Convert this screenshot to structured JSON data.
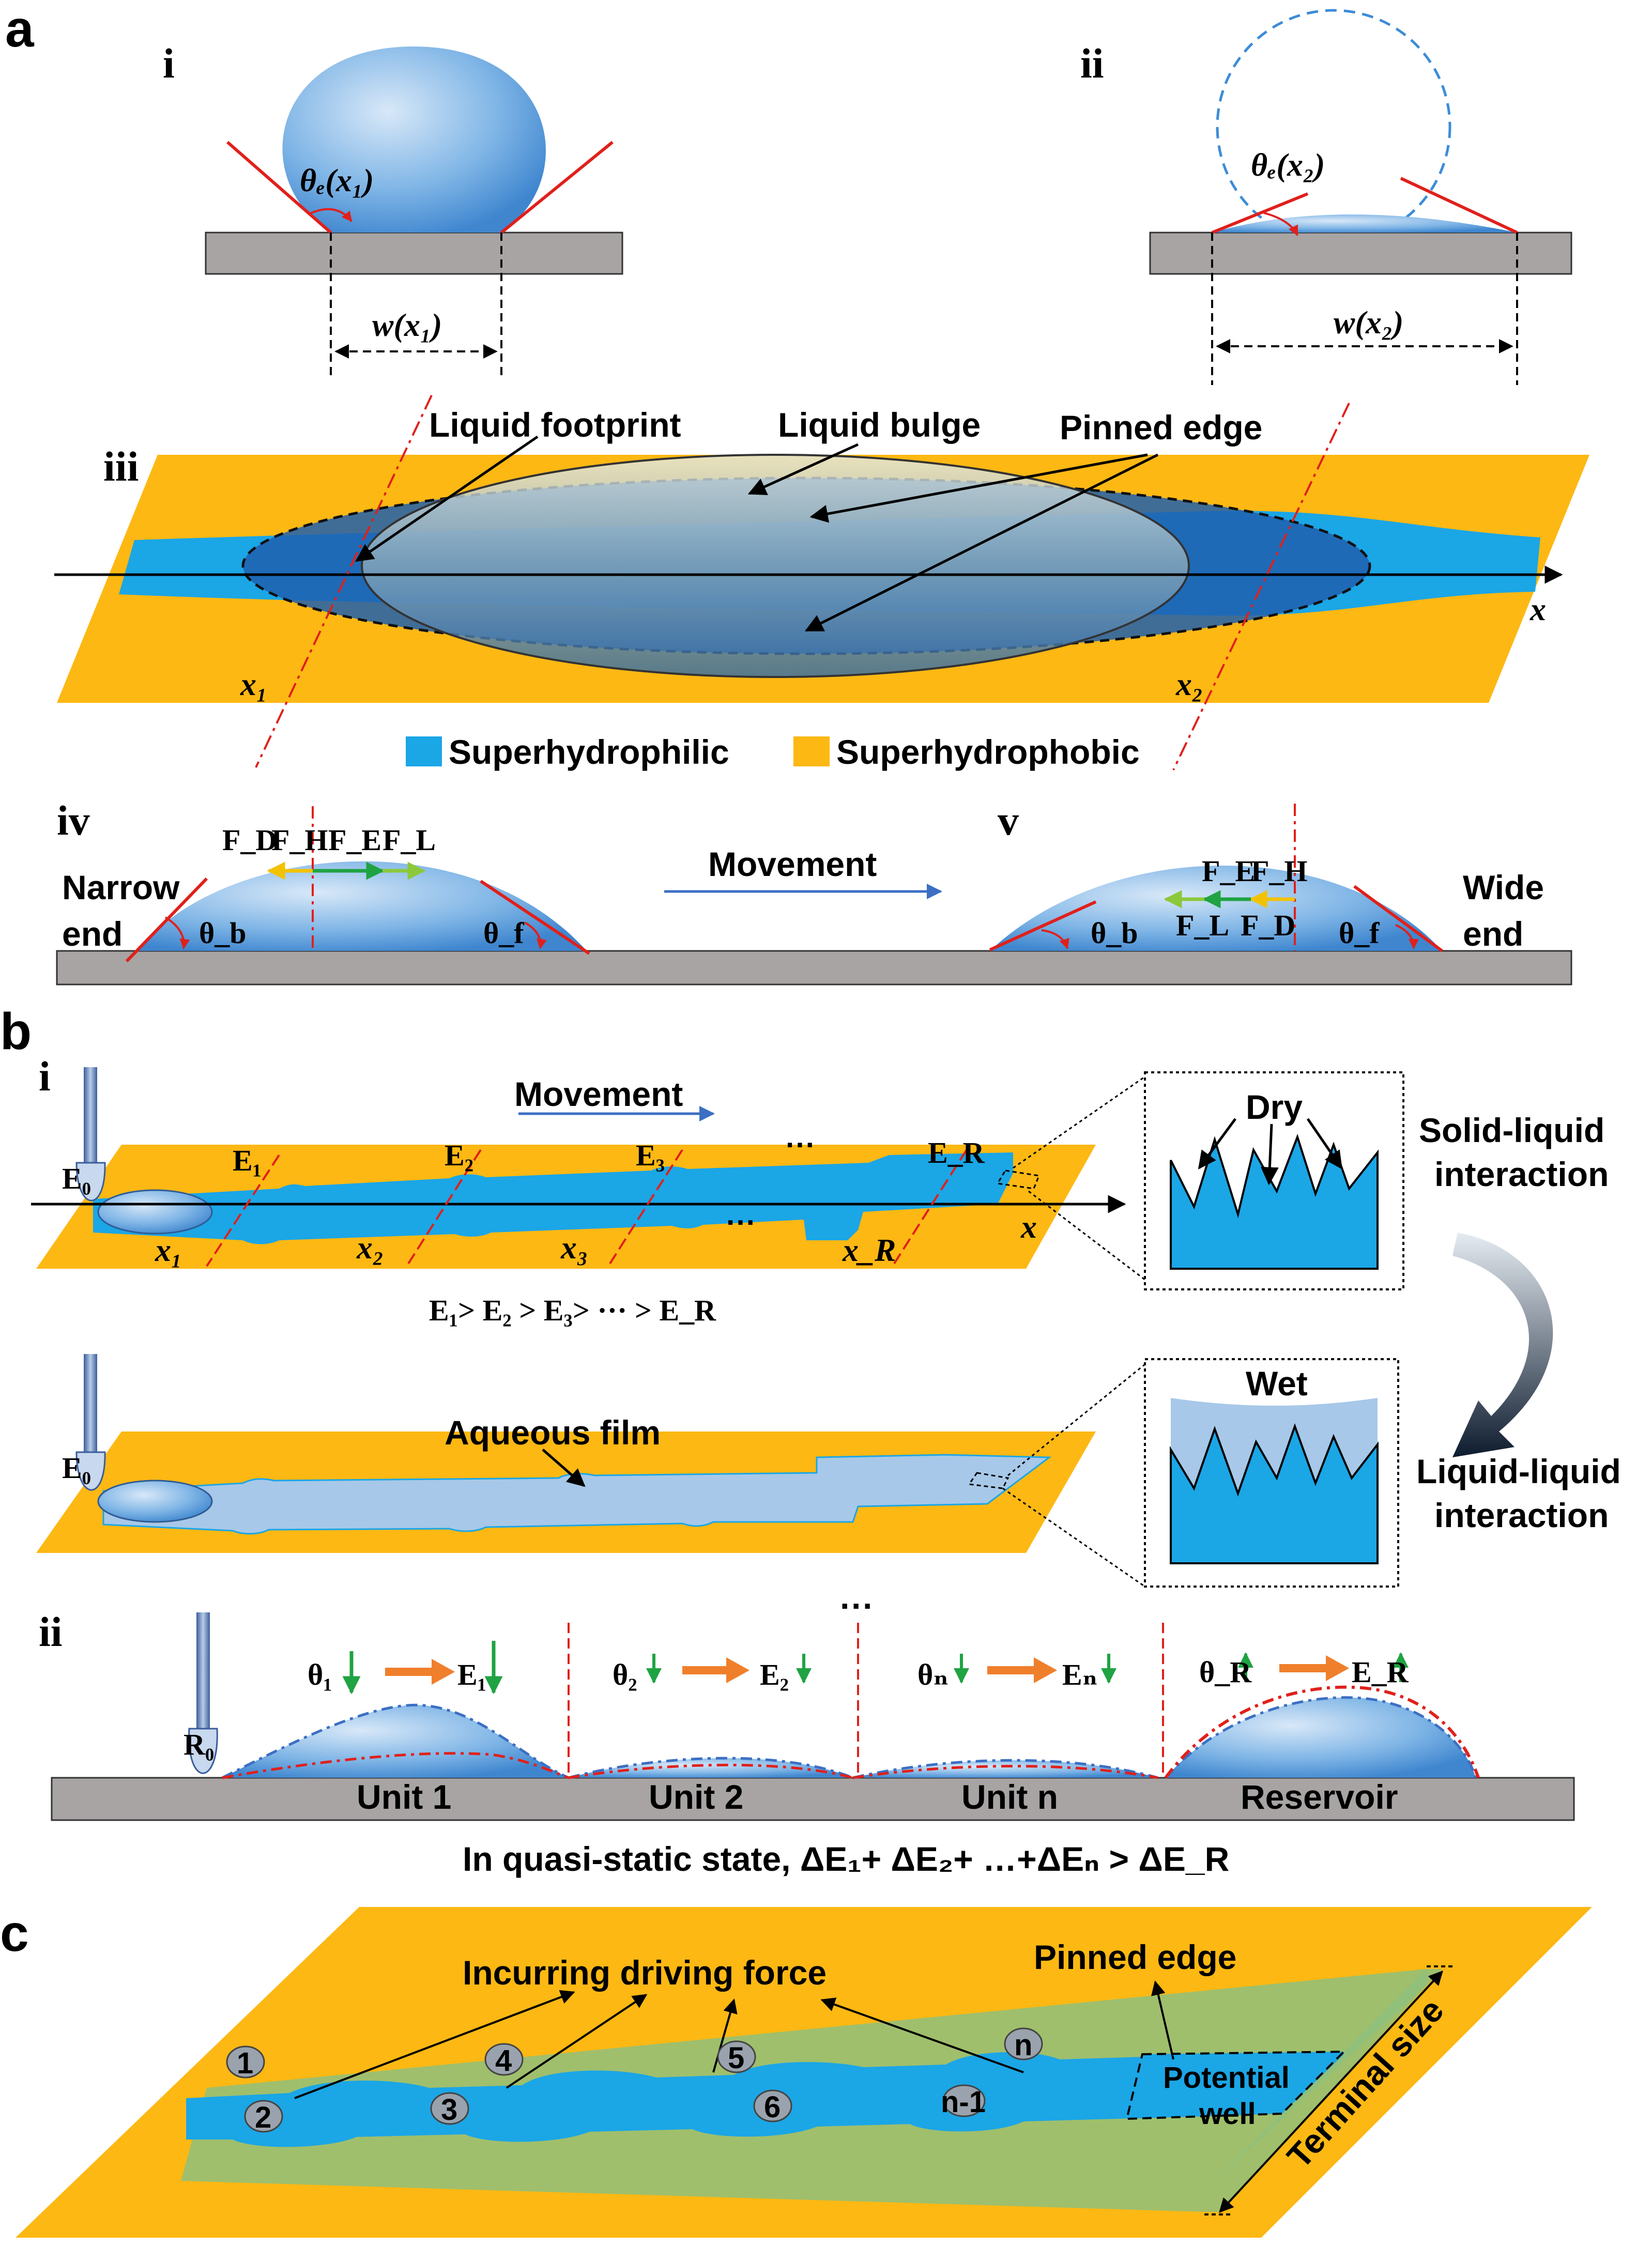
{
  "panels": {
    "a": "a",
    "b": "b",
    "c": "c",
    "a_i": "i",
    "a_ii": "ii",
    "a_iii": "iii",
    "a_iv": "iv",
    "a_v": "v",
    "b_i": "i",
    "b_ii": "ii"
  },
  "a": {
    "theta_x1": "θₑ(x₁)",
    "theta_x2": "θₑ(x₂)",
    "w_x1": "w(x₁)",
    "w_x2": "w(x₂)",
    "liquid_footprint": "Liquid footprint",
    "liquid_bulge": "Liquid bulge",
    "pinned_edge": "Pinned edge",
    "x_axis": "x",
    "x1": "x₁",
    "x2": "x₂",
    "legend": {
      "superhydrophilic": "Superhydrophilic",
      "superhydrophobic": "Superhydrophobic"
    },
    "iv": {
      "narrow": "Narrow",
      "end": "end",
      "fd": "F_D",
      "fh": "F_H",
      "fe": "F_E",
      "fl": "F_L",
      "theta_b": "θ_b",
      "theta_f": "θ_f"
    },
    "movement": "Movement",
    "v": {
      "wide": "Wide",
      "end": "end",
      "fe": "F_E",
      "fh": "F_H",
      "fl": "F_L",
      "fd": "F_D",
      "theta_b": "θ_b",
      "theta_f": "θ_f"
    }
  },
  "b": {
    "movement": "Movement",
    "e0": "E₀",
    "e_labels": [
      "E₁",
      "E₂",
      "E₃",
      "···",
      "E_R"
    ],
    "x_labels": [
      "x₁",
      "x₂",
      "x₃",
      "x_R"
    ],
    "x_axis": "x",
    "dots_mid": "···",
    "energy_order": "E₁> E₂ > E₃> ··· > E_R",
    "dry": "Dry",
    "solid_liquid_1": "Solid-liquid",
    "solid_liquid_2": "interaction",
    "wet": "Wet",
    "liquid_liquid_1": "Liquid-liquid",
    "liquid_liquid_2": "interaction",
    "e0_second": "E₀",
    "aqueous_film": "Aqueous film",
    "ii": {
      "dots_top": "···",
      "r0": "R₀",
      "units": [
        "Unit 1",
        "Unit 2",
        "Unit n",
        "Reservoir"
      ],
      "theta_e": [
        {
          "theta": "θ₁",
          "e": "E₁"
        },
        {
          "theta": "θ₂",
          "e": "E₂"
        },
        {
          "theta": "θₙ",
          "e": "Eₙ"
        },
        {
          "theta": "θ_R",
          "e": "E_R"
        }
      ],
      "quasi_static": "In quasi-static state, ΔE₁+ ΔE₂+ …+ΔEₙ > ΔE_R"
    }
  },
  "c": {
    "incurring": "Incurring driving force",
    "pinned_edge": "Pinned edge",
    "potential": "Potential",
    "well": "well",
    "terminal_size": "Terminal size",
    "droplets": [
      "1",
      "2",
      "3",
      "4",
      "5",
      "6",
      "n-1",
      "n"
    ]
  },
  "colors": {
    "superhydrophobic": "#FDB813",
    "superhydrophilic": "#1BA6E6",
    "substrate": "#A8A4A4",
    "droplet": "#7FB5E6",
    "contact_line": "#E0201B",
    "arrow_orange": "#F07F2C",
    "arrow_green": "#1FA343",
    "arrow_blue": "#3C6FC3",
    "well_green": "#8EC07C"
  }
}
